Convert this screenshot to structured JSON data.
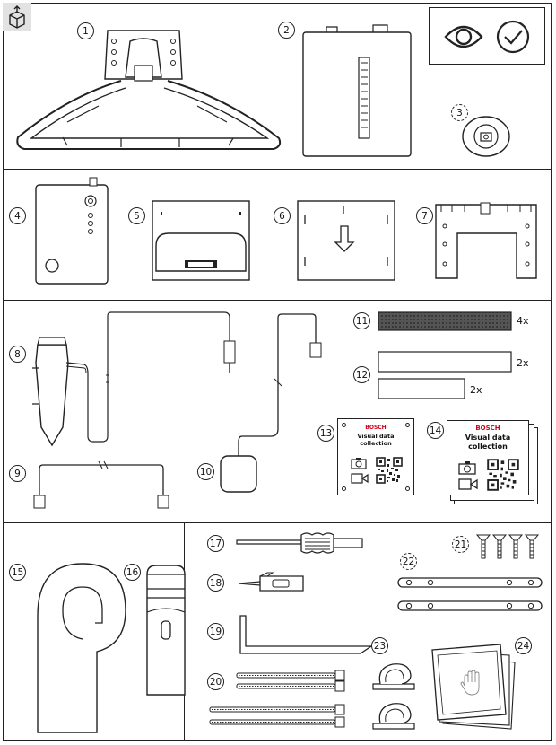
{
  "callouts": {
    "c1": "1",
    "c2": "2",
    "c3": "3",
    "c4": "4",
    "c5": "5",
    "c6": "6",
    "c7": "7",
    "c8": "8",
    "c9": "9",
    "c10": "10",
    "c11": "11",
    "c12": "12",
    "c13": "13",
    "c14": "14",
    "c15": "15",
    "c16": "16",
    "c17": "17",
    "c18": "18",
    "c19": "19",
    "c20": "20",
    "c21": "21",
    "c22": "22",
    "c23": "23",
    "c24": "24"
  },
  "quantities": {
    "q11": "4x",
    "q12a": "2x",
    "q12b": "2x"
  },
  "label_card": {
    "brand": "BOSCH",
    "line1": "Visual data",
    "line2": "collection"
  },
  "icons": {
    "header": "package-icon",
    "eye": "eye-icon",
    "check": "checkmark-icon"
  }
}
